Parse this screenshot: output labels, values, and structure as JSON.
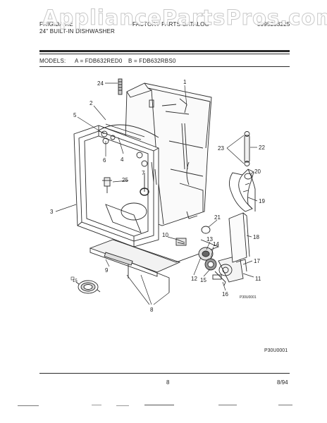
{
  "header": {
    "brand": "FRIGIDAIRE",
    "product": "24\" BUILT-IN DISHWASHER",
    "catalog": "FACTORY PARTS CATALOG",
    "part_number": "5995253225"
  },
  "watermark": "AppliancePartsPros.com",
  "models": {
    "label": "MODELS:",
    "a": "A = FDB632RED0",
    "b": "B = FDB632RBS0"
  },
  "callouts": [
    "1",
    "2",
    "3",
    "4",
    "5",
    "6",
    "7",
    "8",
    "9",
    "10",
    "11",
    "12",
    "13",
    "14",
    "15",
    "16",
    "17",
    "18",
    "19",
    "20",
    "21",
    "22",
    "23",
    "24",
    "25",
    "15"
  ],
  "diagram_code_small": "P30U0001",
  "diagram_code": "P30U0001",
  "footer": {
    "page": "8",
    "date": "8/94"
  }
}
